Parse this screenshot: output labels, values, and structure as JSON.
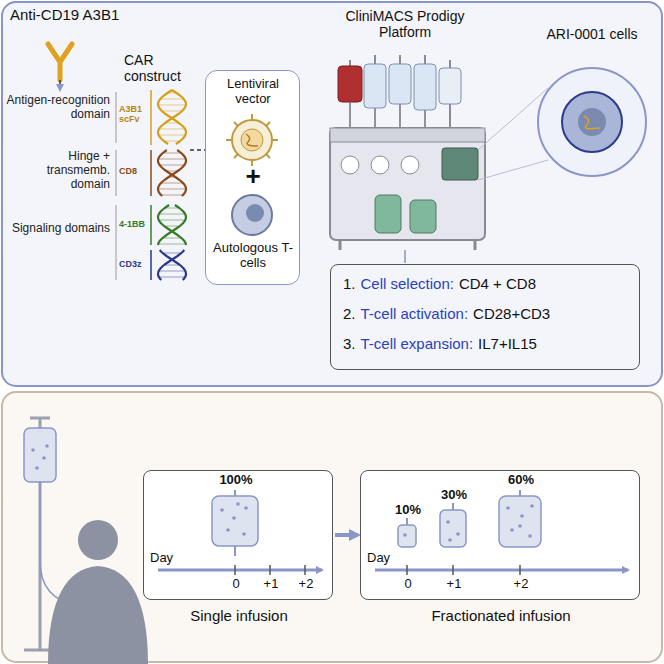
{
  "diagram": {
    "nodes": [
      {
        "text": [
          "Lentiviral vector",
          "+",
          "Autologous T-cells"
        ]
      },
      {
        "text": [
          "1.",
          "Cell selection:",
          "CD4 + CD8",
          "2.",
          "T-cell activation:",
          "CD28+CD3",
          "3.",
          "T-cell expansion:",
          "IL7+IL15"
        ]
      },
      {
        "text": [
          "100%",
          "Day",
          "0",
          "+1",
          "+2",
          "Single infusion"
        ]
      },
      {
        "text": [
          "10%",
          "30%",
          "60%",
          "Day",
          "0",
          "+1",
          "+2",
          "Fractionated infusion"
        ]
      }
    ],
    "edges": [
      {
        "from": 2,
        "to": 3,
        "arrow": "to"
      }
    ],
    "labels": [
      "Anti-CD19 A3B1",
      "Antigen-recognition domain",
      "Hinge + transmemb. domain",
      "Signaling domains",
      "CAR construct",
      "A3B1 scFv",
      "CD8",
      "4-1BB",
      "CD3z",
      "CliniMACS Prodigy Platform",
      "ARI-0001 cells"
    ]
  }
}
